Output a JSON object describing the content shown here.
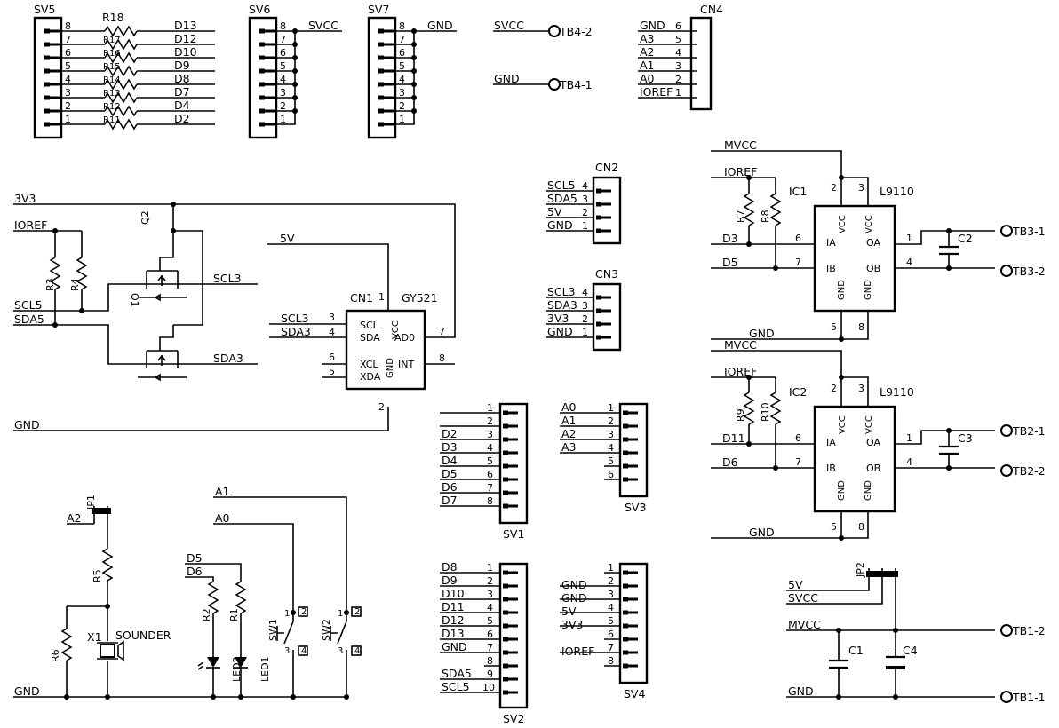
{
  "headers": {
    "sv5": {
      "name": "SV5",
      "pins": [
        "8",
        "7",
        "6",
        "5",
        "4",
        "3",
        "2",
        "1"
      ],
      "nets": [
        "D13",
        "D12",
        "D10",
        "D9",
        "D8",
        "D7",
        "D4",
        "D2"
      ],
      "res_label": "R18",
      "res_row_labels": [
        "R17",
        "R16",
        "R15",
        "R14",
        "R13",
        "R12",
        "R11"
      ]
    },
    "sv6": {
      "name": "SV6",
      "pins": [
        "8",
        "7",
        "6",
        "5",
        "4",
        "3",
        "2",
        "1"
      ],
      "net": "SVCC"
    },
    "sv7": {
      "name": "SV7",
      "pins": [
        "8",
        "7",
        "6",
        "5",
        "4",
        "3",
        "2",
        "1"
      ],
      "net": "GND"
    },
    "sv1": {
      "name": "SV1",
      "pins": [
        "1",
        "2",
        "3",
        "4",
        "5",
        "6",
        "7",
        "8"
      ],
      "nets": [
        "",
        "",
        "D2",
        "D3",
        "D4",
        "D5",
        "D6",
        "D7"
      ]
    },
    "sv2": {
      "name": "SV2",
      "pins": [
        "1",
        "2",
        "3",
        "4",
        "5",
        "6",
        "7",
        "8",
        "9",
        "10"
      ],
      "nets": [
        "D8",
        "D9",
        "D10",
        "D11",
        "D12",
        "D13",
        "GND",
        "",
        "SDA5",
        "SCL5"
      ]
    },
    "sv3": {
      "name": "SV3",
      "pins": [
        "1",
        "2",
        "3",
        "4",
        "5",
        "6"
      ],
      "nets": [
        "A0",
        "A1",
        "A2",
        "A3",
        "",
        ""
      ]
    },
    "sv4": {
      "name": "SV4",
      "pins": [
        "1",
        "2",
        "3",
        "4",
        "5",
        "6",
        "7",
        "8"
      ],
      "nets": [
        "",
        "GND",
        "GND",
        "5V",
        "3V3",
        "",
        "IOREF",
        ""
      ]
    }
  },
  "terminals": {
    "tb4_2": "TB4-2",
    "tb4_1": "TB4-1",
    "svcc": "SVCC",
    "gnd": "GND",
    "tb3_1": "TB3-1",
    "tb3_2": "TB3-2",
    "tb2_1": "TB2-1",
    "tb2_2": "TB2-2",
    "tb1_2": "TB1-2",
    "tb1_1": "TB1-1"
  },
  "cn4": {
    "name": "CN4",
    "nets": [
      "GND",
      "A3",
      "A2",
      "A1",
      "A0",
      "IOREF"
    ],
    "pins": [
      "6",
      "5",
      "4",
      "3",
      "2",
      "1"
    ]
  },
  "cn2": {
    "name": "CN2",
    "nets": [
      "SCL5",
      "SDA5",
      "5V",
      "GND"
    ],
    "pins": [
      "4",
      "3",
      "2",
      "1"
    ]
  },
  "cn3": {
    "name": "CN3",
    "nets": [
      "SCL3",
      "SDA3",
      "3V3",
      "GND"
    ],
    "pins": [
      "4",
      "3",
      "2",
      "1"
    ]
  },
  "level_shifter": {
    "n3v3": "3V3",
    "ioref": "IOREF",
    "scl5": "SCL5",
    "sda5": "SDA5",
    "scl3": "SCL3",
    "sda3": "SDA3",
    "r3": "R3",
    "r4": "R4",
    "q1": "Q1",
    "q2": "Q2",
    "gnd": "GND"
  },
  "gy521": {
    "name": "GY521",
    "ref": "CN1",
    "n5v": "5V",
    "scl3": "SCL3",
    "sda3": "SDA3",
    "pin_scl": "SCL",
    "pin_sda": "SDA",
    "pin_vcc": "VCC",
    "pin_xcl": "XCL",
    "pin_xda": "XDA",
    "pin_gnd": "GND",
    "pin_ad0": "AD0",
    "pin_int": "INT",
    "p1": "1",
    "p2": "2",
    "p3": "3",
    "p4": "4",
    "p5": "5",
    "p6": "6",
    "p7": "7",
    "p8": "8"
  },
  "driver1": {
    "ic": "IC1",
    "part": "L9110",
    "mvcc": "MVCC",
    "ioref": "IOREF",
    "in_a": "D3",
    "in_b": "D5",
    "gnd": "GND",
    "r_a": "R7",
    "r_b": "R8",
    "cap": "C2"
  },
  "driver2": {
    "ic": "IC2",
    "part": "L9110",
    "mvcc": "MVCC",
    "ioref": "IOREF",
    "in_a": "D11",
    "in_b": "D6",
    "gnd": "GND",
    "r_a": "R9",
    "r_b": "R10",
    "cap": "C3"
  },
  "driver_pins": {
    "ia": "IA",
    "ib": "IB",
    "vcc": "VCC",
    "vcc2": "VCC",
    "oa": "OA",
    "ob": "OB",
    "gnd": "GND",
    "gnd2": "GND",
    "p1": "1",
    "p2": "2",
    "p3": "3",
    "p4": "4",
    "p5": "5",
    "p6": "6",
    "p7": "7",
    "p8": "8"
  },
  "power": {
    "jp2": "JP2",
    "n5v": "5V",
    "svcc": "SVCC",
    "mvcc": "MVCC",
    "gnd": "GND",
    "c1": "C1",
    "c4": "C4"
  },
  "buzzer": {
    "a2": "A2",
    "jp1": "JP1",
    "r5": "R5",
    "r6": "R6",
    "x1": "X1",
    "sounder": "SOUNDER",
    "gnd": "GND"
  },
  "leds": {
    "d5": "D5",
    "d6": "D6",
    "r2": "R2",
    "r1": "R1",
    "led2": "LED2",
    "led1": "LED1"
  },
  "switches": {
    "a1": "A1",
    "a0": "A0",
    "sw1": "SW1",
    "sw2": "SW2"
  }
}
